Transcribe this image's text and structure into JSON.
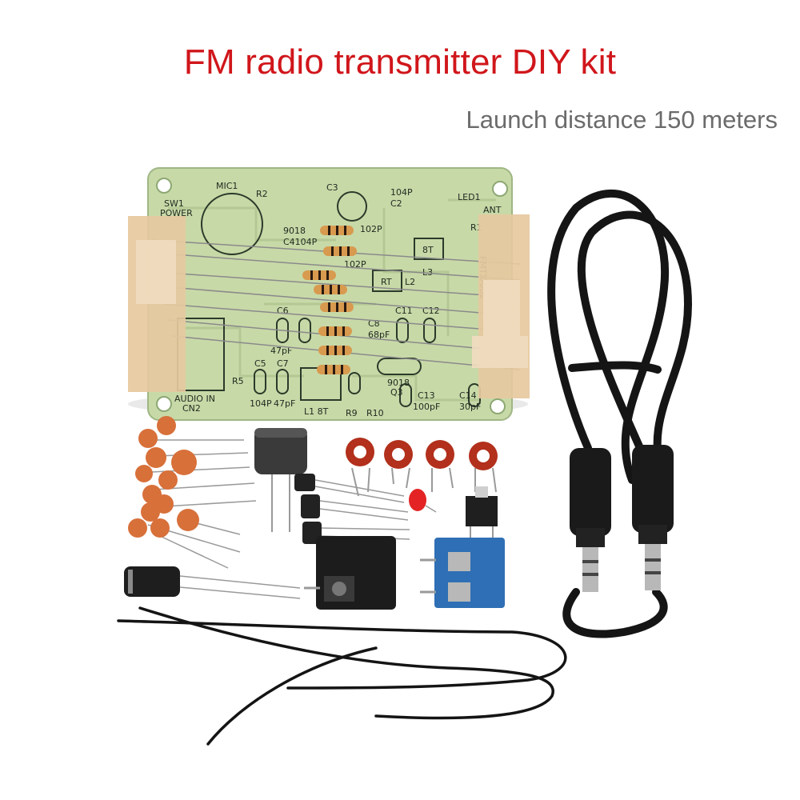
{
  "headline": "FM radio transmitter DIY kit",
  "subheadline": "Launch distance 150 meters",
  "colors": {
    "headline": "#d0161b",
    "subheadline": "#6b6b6b",
    "pcb_green": "#c8d9a8",
    "tape": "#e6c9a0",
    "cable": "#151515",
    "capacitor": "#d8703a",
    "coil": "#b2301c",
    "terminal": "#2f6fb5"
  },
  "pcb_labels": {
    "sw1": "SW1",
    "power": "POWER",
    "mic1": "MIC1",
    "r2": "R2",
    "c3": "C3",
    "c104p_top": "104P",
    "c2": "C2",
    "led1": "LED1",
    "ant": "ANT",
    "q1_model": "9018",
    "c4": "C4104P",
    "c102p_a": "102P",
    "c102p_b": "102P",
    "r1": "R1",
    "r5": "R5",
    "l3": "L3",
    "l2": "L2",
    "inductor_8t": "8T",
    "inductor_rt": "RT",
    "board_id": "FMTX-002",
    "c11": "C11",
    "c12": "C12",
    "c8": "C8",
    "c8_val": "68pF",
    "c6": "C6",
    "c6_val": "47pF",
    "c5": "C5",
    "c5_val": "104P",
    "c7": "C7",
    "c7_val": "47pF",
    "c13": "C13",
    "c13_val": "100pF",
    "c14": "C14",
    "c14_val": "30pF",
    "q3": "9018",
    "q3_ref": "Q3",
    "audio_in": "AUDIO IN",
    "cn2": "CN2",
    "l1": "L1 8T",
    "r9": "R9",
    "r10": "R10"
  }
}
